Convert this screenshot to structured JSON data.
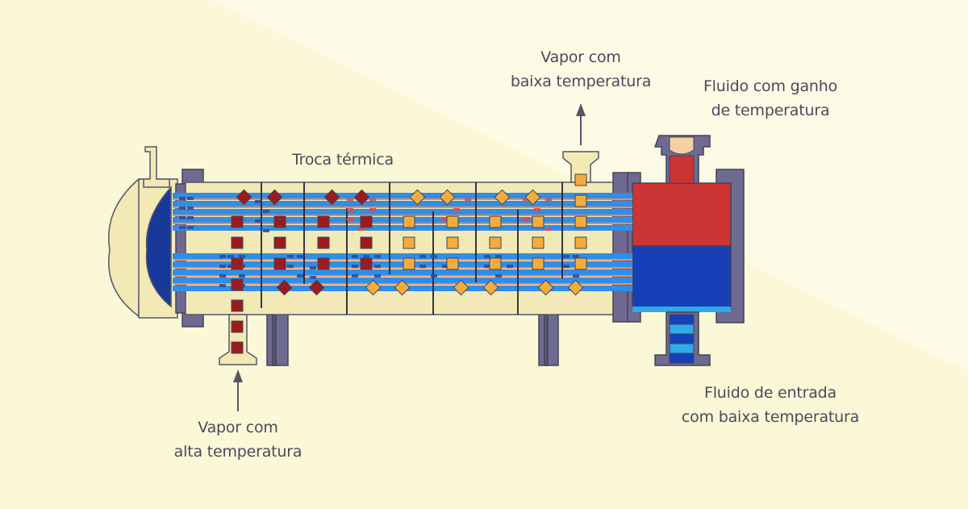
{
  "labels": {
    "steam_out_line1": "Vapor com",
    "steam_out_line2": "baixa temperatura",
    "fluid_heated_line1": "Fluido com ganho",
    "fluid_heated_line2": "de temperatura",
    "heat_exchange": "Troca térmica",
    "steam_in_line1": "Vapor com",
    "steam_in_line2": "alta temperatura",
    "fluid_in_line1": "Fluido de entrada",
    "fluid_in_line2": "com baixa temperatura"
  },
  "colors": {
    "background": "#fdfbe6",
    "shell": "#f2e9b6",
    "outline": "#555566",
    "flange": "#6e6a92",
    "tube": "#2f8ee8",
    "tube_hot_line": "#f08a5a",
    "hot_steam": "#9b1b1f",
    "warm_steam": "#f2ad3e",
    "hot_fluid": "#cc3333",
    "cold_fluid": "#1540b8",
    "condensate": "#2d4f99",
    "text": "#4a4a5a"
  }
}
